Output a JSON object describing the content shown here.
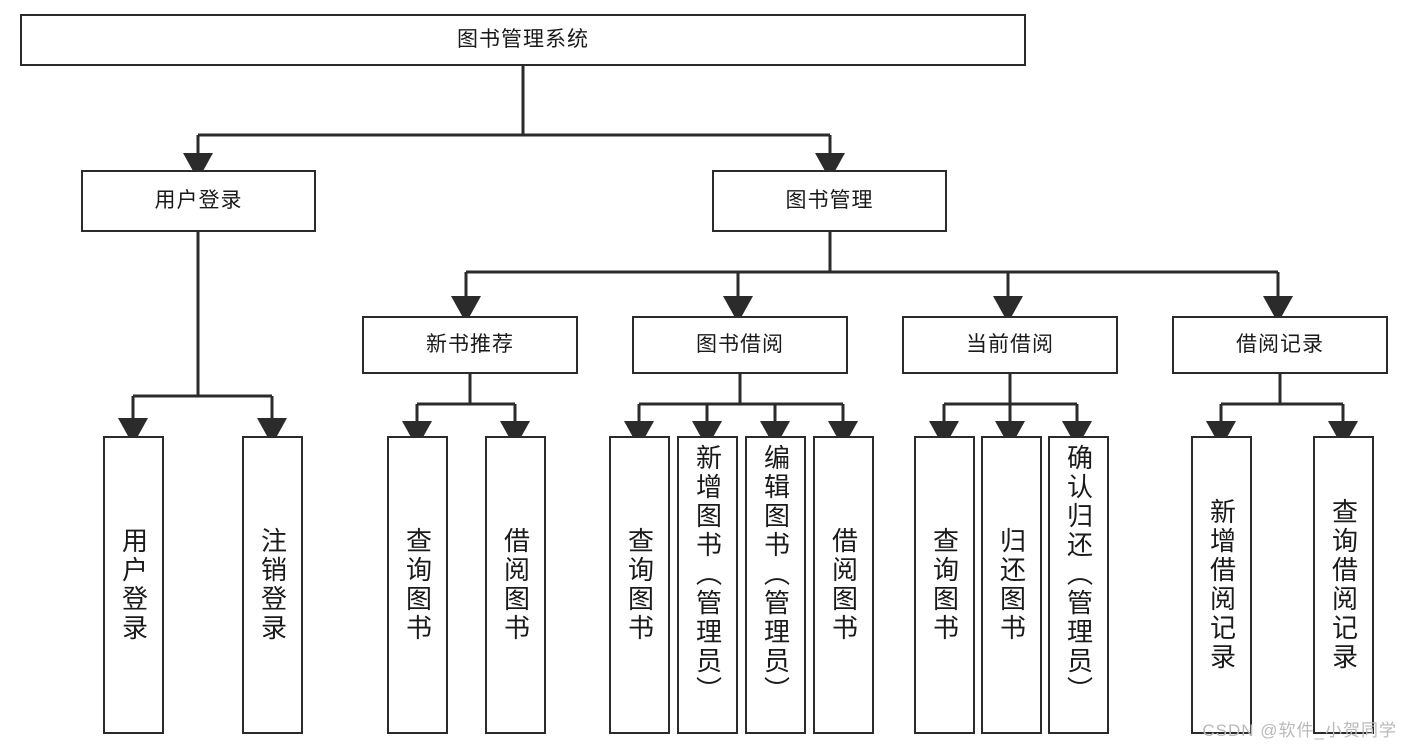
{
  "diagram": {
    "title": "图书管理系统",
    "type": "tree-hierarchy",
    "root": {
      "id": "root",
      "label": "图书管理系统"
    },
    "level1": [
      {
        "id": "user-login",
        "label": "用户登录"
      },
      {
        "id": "book-manage",
        "label": "图书管理"
      }
    ],
    "level2": [
      {
        "id": "new-book-rec",
        "label": "新书推荐",
        "parent": "book-manage"
      },
      {
        "id": "book-borrow",
        "label": "图书借阅",
        "parent": "book-manage"
      },
      {
        "id": "current-borrow",
        "label": "当前借阅",
        "parent": "book-manage"
      },
      {
        "id": "borrow-record",
        "label": "借阅记录",
        "parent": "book-manage"
      }
    ],
    "leaves": [
      {
        "id": "leaf-user-login",
        "label": "用户登录",
        "parent": "user-login"
      },
      {
        "id": "leaf-user-logout",
        "label": "注销登录",
        "parent": "user-login"
      },
      {
        "id": "leaf-rec-query",
        "label": "查询图书",
        "parent": "new-book-rec"
      },
      {
        "id": "leaf-rec-borrow",
        "label": "借阅图书",
        "parent": "new-book-rec"
      },
      {
        "id": "leaf-borrow-query",
        "label": "查询图书",
        "parent": "book-borrow"
      },
      {
        "id": "leaf-borrow-add",
        "label": "新增图书（管理员）",
        "parent": "book-borrow"
      },
      {
        "id": "leaf-borrow-edit",
        "label": "编辑图书（管理员）",
        "parent": "book-borrow"
      },
      {
        "id": "leaf-borrow-do",
        "label": "借阅图书",
        "parent": "book-borrow"
      },
      {
        "id": "leaf-cur-query",
        "label": "查询图书",
        "parent": "current-borrow"
      },
      {
        "id": "leaf-cur-return",
        "label": "归还图书",
        "parent": "current-borrow"
      },
      {
        "id": "leaf-cur-confirm",
        "label": "确认归还（管理员）",
        "parent": "current-borrow"
      },
      {
        "id": "leaf-rec-add",
        "label": "新增借阅记录",
        "parent": "borrow-record"
      },
      {
        "id": "leaf-rec-query2",
        "label": "查询借阅记录",
        "parent": "borrow-record"
      }
    ],
    "watermark": "CSDN @软件_小贺同学",
    "colors": {
      "border": "#2b2b2b",
      "background": "#ffffff",
      "text": "#1a1a1a",
      "watermark": "#b9b9b9"
    }
  }
}
